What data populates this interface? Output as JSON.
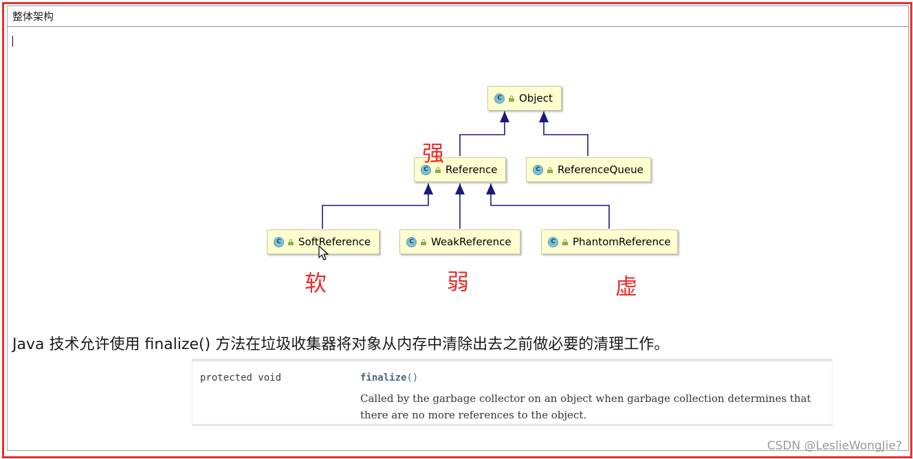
{
  "window": {
    "title": "整体架构"
  },
  "diagram": {
    "nodes": {
      "object": "Object",
      "reference": "Reference",
      "reference_queue": "ReferenceQueue",
      "soft_reference": "SoftReference",
      "weak_reference": "WeakReference",
      "phantom_reference": "PhantomReference"
    },
    "class_icon_letter": "C",
    "labels": {
      "strong": "强",
      "soft": "软",
      "weak": "弱",
      "phantom": "虚"
    },
    "colors": {
      "label_red": "#ee2a2a",
      "edge_navy": "#1a1a7a",
      "node_fill": "#fefed0",
      "frame_red": "#e8302e"
    }
  },
  "description": "Java 技术允许使用 finalize() 方法在垃圾收集器将对象从内存中清除出去之前做必要的清理工作。",
  "api": {
    "modifier": "protected void",
    "method_name": "finalize",
    "method_parens": "()",
    "method_description": "Called by the garbage collector on an object when garbage collection determines that there are no more references to the object."
  },
  "watermark": "CSDN @LeslieWongJie?"
}
